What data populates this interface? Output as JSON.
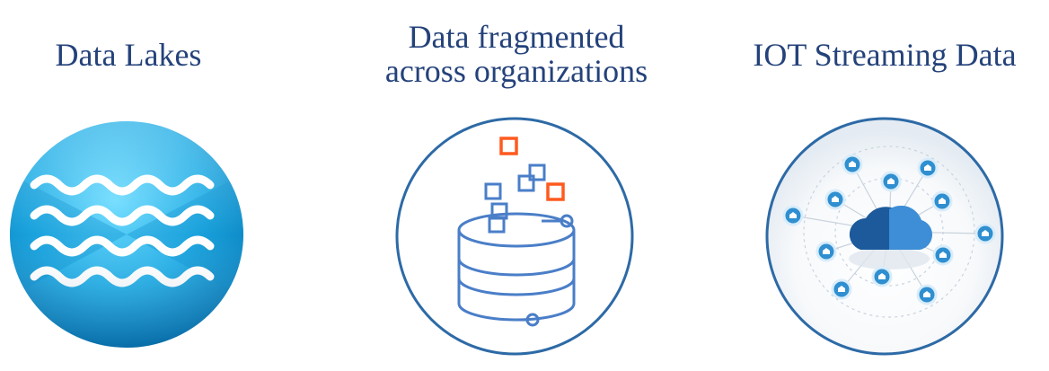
{
  "panels": [
    {
      "title": "Data Lakes",
      "icon": "lake-waves-icon"
    },
    {
      "title_lines": [
        "Data fragmented",
        "across organizations"
      ],
      "icon": "database-fragments-icon"
    },
    {
      "title": "IOT Streaming Data",
      "icon": "iot-cloud-network-icon"
    }
  ],
  "colors": {
    "title": "#24427a",
    "lake_light": "#5fd0f7",
    "lake_dark": "#0583bf",
    "ring": "#2d6aa6",
    "db_line": "#4a7ec8",
    "fragment_orange": "#ff5a1f",
    "cloud_dark": "#1c5a9c",
    "cloud_light": "#3d8ed6",
    "node": "#2f8fd0"
  }
}
